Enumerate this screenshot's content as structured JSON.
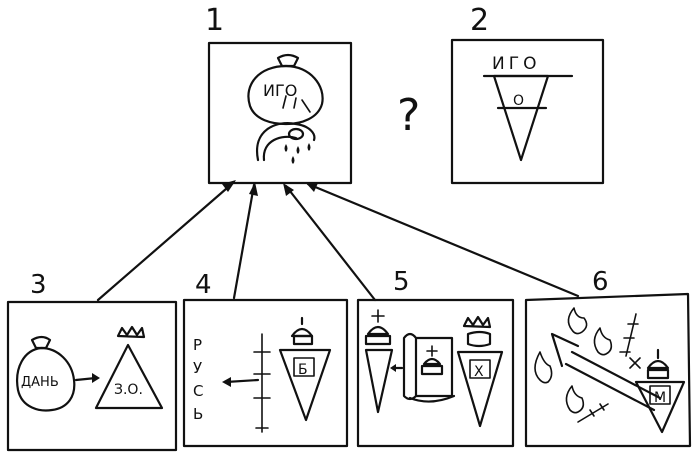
{
  "panels": [
    {
      "id": "1",
      "number": "1",
      "label": "ИГО"
    },
    {
      "id": "2",
      "number": "2",
      "label": "ИГО",
      "inner": "О"
    },
    {
      "id": "3",
      "number": "3",
      "label_left": "ДАНЬ",
      "label_right": "З.О."
    },
    {
      "id": "4",
      "number": "4",
      "side_text": [
        "Р",
        "У",
        "С",
        "Ь"
      ],
      "shield": "Б"
    },
    {
      "id": "5",
      "number": "5",
      "shield": "Х"
    },
    {
      "id": "6",
      "number": "6",
      "shield": "М"
    }
  ],
  "question_mark": "?"
}
